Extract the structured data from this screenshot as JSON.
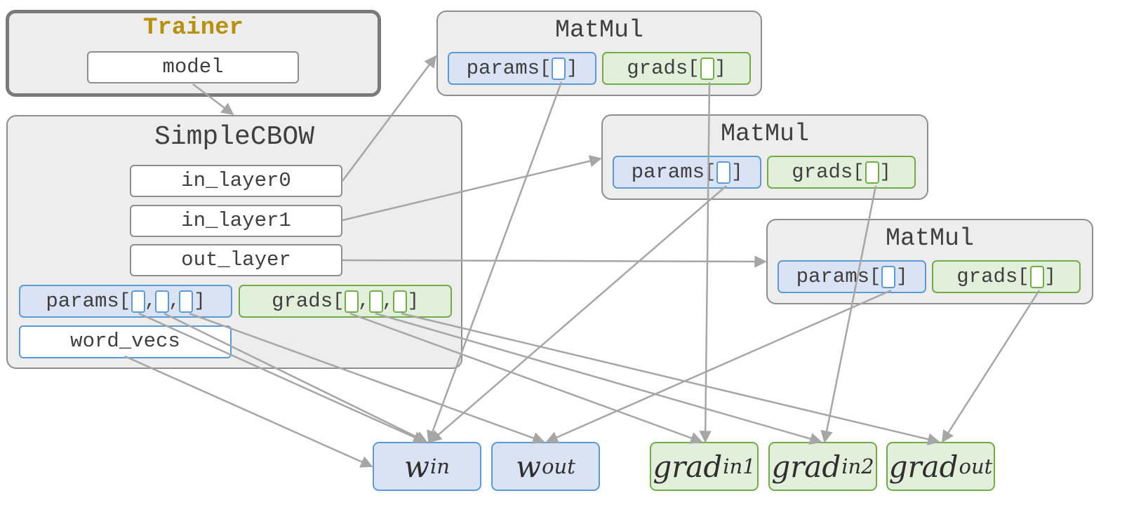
{
  "trainer": {
    "title": "Trainer",
    "field": "model"
  },
  "cbow": {
    "title": "SimpleCBOW",
    "layers": [
      "in_layer0",
      "in_layer1",
      "out_layer"
    ],
    "params_label": "params",
    "grads_label": "grads",
    "word_vecs": "word_vecs"
  },
  "matmuls": [
    {
      "title": "MatMul",
      "params_label": "params",
      "grads_label": "grads"
    },
    {
      "title": "MatMul",
      "params_label": "params",
      "grads_label": "grads"
    },
    {
      "title": "MatMul",
      "params_label": "params",
      "grads_label": "grads"
    }
  ],
  "variables": [
    {
      "base": "w",
      "sub": "in"
    },
    {
      "base": "w",
      "sub": "out"
    },
    {
      "base": "grad",
      "sub": "in1"
    },
    {
      "base": "grad",
      "sub": "in2"
    },
    {
      "base": "grad",
      "sub": "out"
    }
  ],
  "colors": {
    "param_fill": "#dae3f3",
    "param_border": "#5b9bd5",
    "grad_fill": "#e2efda",
    "grad_border": "#70ad47",
    "trainer_title": "#b8900a",
    "arrow": "#a6a6a6"
  }
}
